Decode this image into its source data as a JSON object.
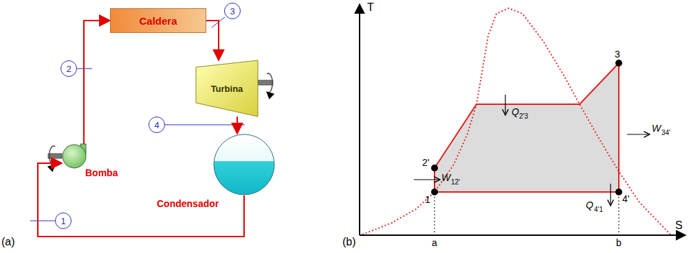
{
  "diagram": {
    "nodes": [
      {
        "text": [
          "Caldera"
        ]
      },
      {
        "text": [
          "3"
        ]
      },
      {
        "text": [
          "2"
        ]
      },
      {
        "text": [
          "Turbina"
        ]
      },
      {
        "text": [
          "4"
        ]
      },
      {
        "text": [
          "Bomba"
        ]
      },
      {
        "text": [
          "Condensador"
        ]
      },
      {
        "text": [
          "1"
        ]
      }
    ],
    "edges": [
      {
        "from": 5,
        "to": 0,
        "arrow": "to"
      },
      {
        "from": 0,
        "to": 3,
        "arrow": "to"
      },
      {
        "from": 3,
        "to": 6,
        "arrow": "to"
      },
      {
        "from": 6,
        "to": 5,
        "arrow": "to"
      }
    ],
    "labels": [
      "(a)",
      "(b)",
      "T",
      "S",
      "3",
      "2'",
      "1",
      "4'",
      "a",
      "b",
      "Q",
      "2'3",
      "W",
      "34'",
      "W",
      "12'",
      "Q",
      "4'1"
    ]
  }
}
